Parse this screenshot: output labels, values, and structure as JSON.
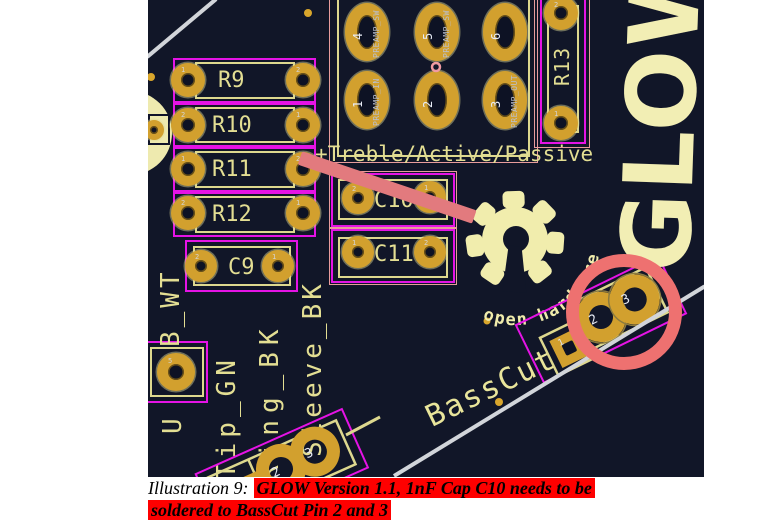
{
  "caption": {
    "prefix": "Illustration 9:",
    "highlight_line1": "GLOW Version 1.1, 1nF Cap C10 needs to be",
    "highlight_line2": "soldered to BassCut Pin 2 and 3"
  },
  "board": {
    "resistors": [
      {
        "ref": "R9",
        "pins": [
          "1",
          "2"
        ]
      },
      {
        "ref": "R10",
        "pins": [
          "2",
          "1"
        ]
      },
      {
        "ref": "R11",
        "pins": [
          "1",
          "2"
        ]
      },
      {
        "ref": "R12",
        "pins": [
          "2",
          "1"
        ]
      }
    ],
    "capacitors": {
      "c9": {
        "ref": "C9",
        "pins": [
          "2",
          "1"
        ]
      },
      "c10": {
        "ref": "C10",
        "pins": [
          "2",
          "1"
        ]
      },
      "c11": {
        "ref": "C11",
        "pins": [
          "1",
          "2"
        ]
      }
    },
    "r13": {
      "ref": "R13",
      "pins": [
        "2",
        "1"
      ]
    },
    "preamp_pads": [
      {
        "num": "4",
        "label": "PREAMP_SW"
      },
      {
        "num": "5",
        "label": "PREAMP_SW"
      },
      {
        "num": "6",
        "label": ""
      },
      {
        "num": "1",
        "label": "PREAMP_IN"
      },
      {
        "num": "2",
        "label": ""
      },
      {
        "num": "3",
        "label": "PREAMP_OUT"
      }
    ],
    "treble_label": "+Treble/Active/Passive",
    "glow_text": "GLOW",
    "oshw_text": "open hardware",
    "basscut": {
      "label": "BassCut",
      "pins": [
        "1",
        "2",
        "3"
      ]
    },
    "jack_pins": [
      "1",
      "2",
      "3"
    ],
    "wire_labels": [
      "Tip_GN",
      "Ring_BK",
      "Sleeve_BK"
    ],
    "edge_labels": {
      "upper": "B_WT",
      "lower": "U",
      "pad_num": "5"
    }
  },
  "colors": {
    "board_bg": "#111628",
    "silkscreen": "#e3de93",
    "bright_silk": "#f2eeb4",
    "copper_pad": "#d2a02e",
    "courtyard_magenta": "#e513e5",
    "courtyard_pink": "#e89c9c",
    "annotation_salmon": "#e87577",
    "caption_highlight_red": "#fe0000",
    "board_edge_white": "#d2d5da"
  }
}
